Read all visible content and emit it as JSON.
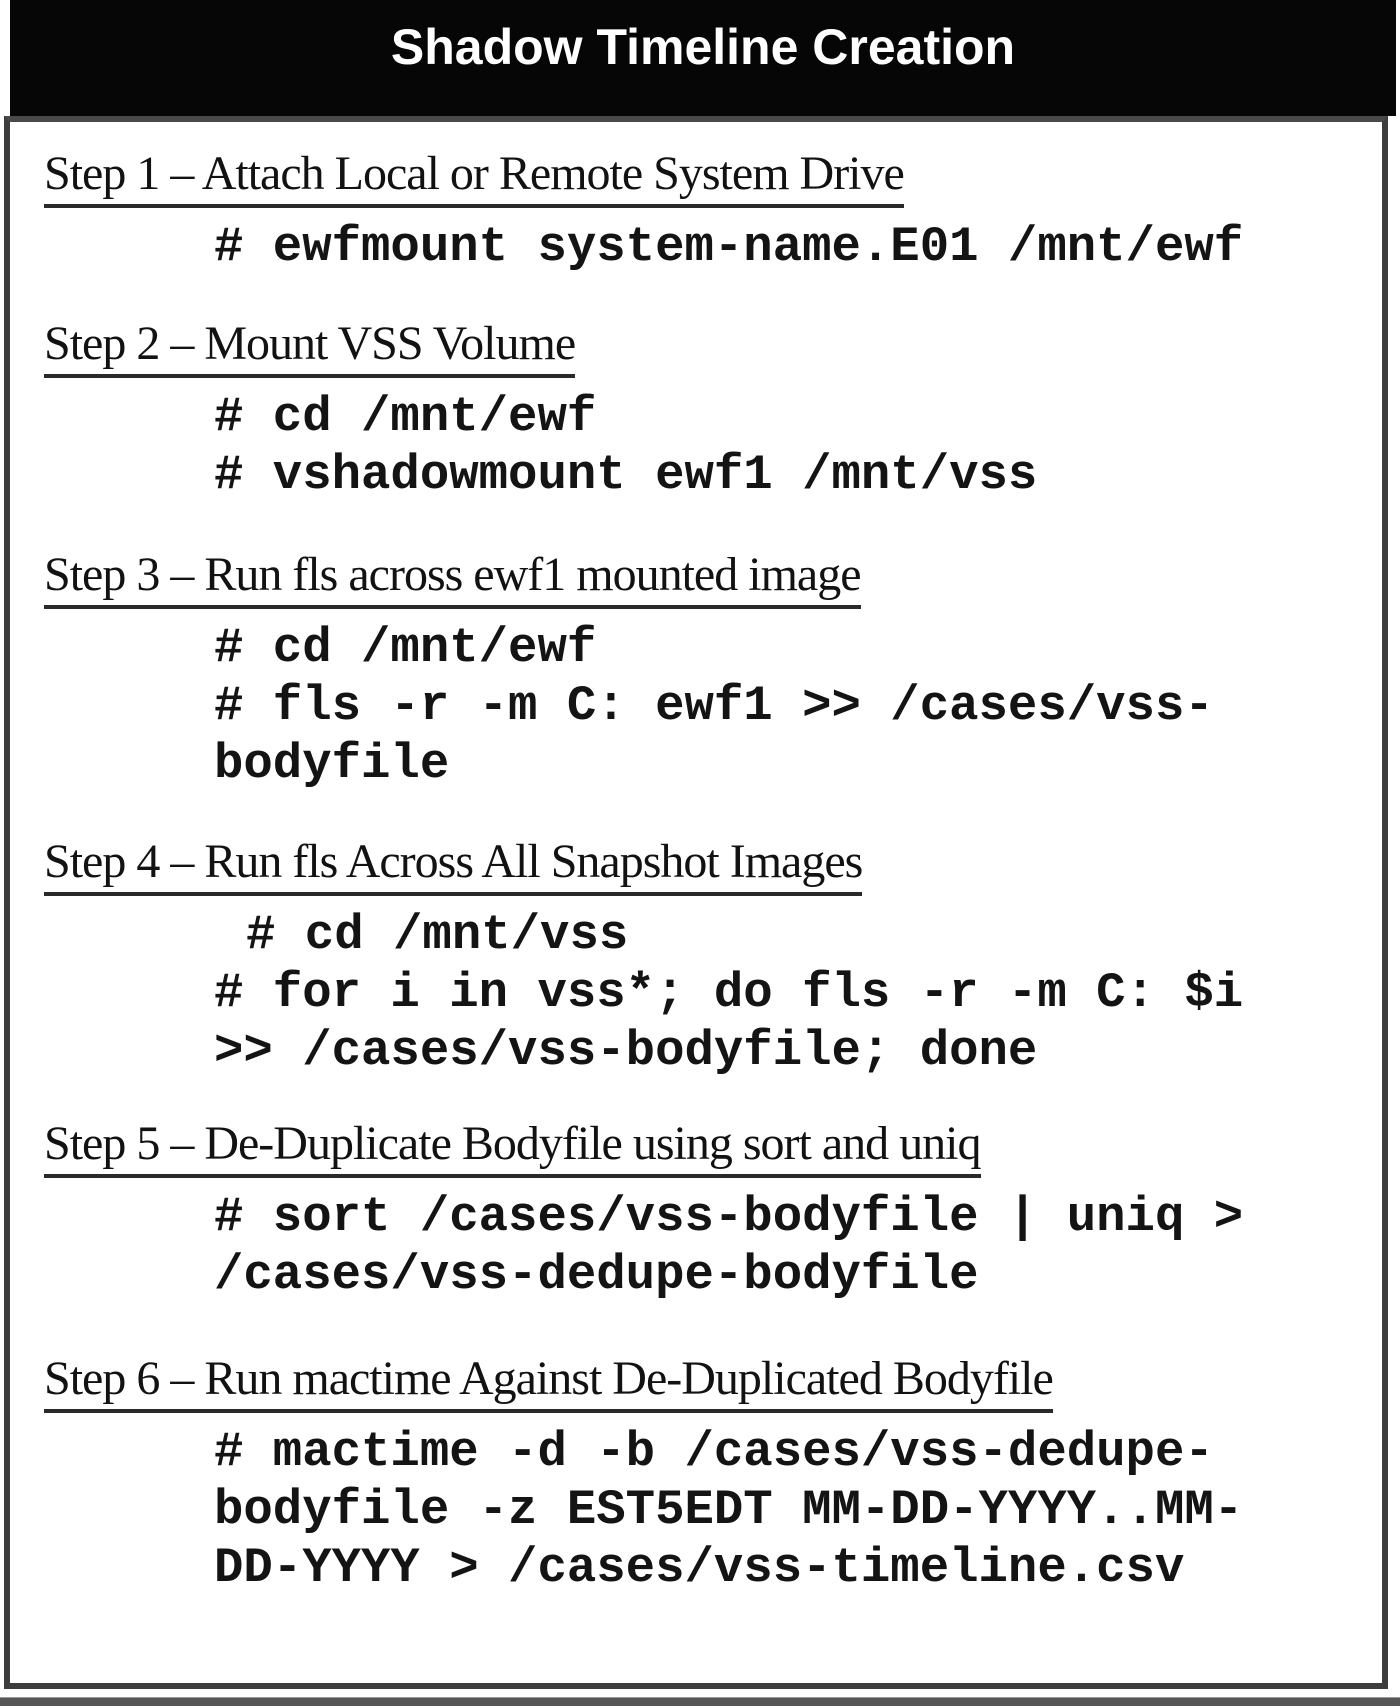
{
  "header": {
    "title": "Shadow Timeline Creation"
  },
  "colors": {
    "banner_bg": "#060606",
    "banner_text": "#ffffff",
    "box_border": "#3d3d3d",
    "body_text": "#141414"
  },
  "steps": [
    {
      "title": "Step 1 – Attach Local or Remote System Drive",
      "lines": [
        "# ewfmount system-name.E01 /mnt/ewf"
      ]
    },
    {
      "title": "Step 2 – Mount VSS Volume",
      "lines": [
        "# cd /mnt/ewf",
        "# vshadowmount ewf1 /mnt/vss"
      ]
    },
    {
      "title": "Step 3 – Run fls across ewf1 mounted image",
      "lines": [
        "# cd /mnt/ewf",
        "# fls -r -m C: ewf1 >> /cases/vss-",
        "bodyfile"
      ]
    },
    {
      "title": "Step 4 – Run fls Across All Snapshot Images",
      "lines": [
        "# cd /mnt/vss",
        "# for i in vss*; do fls -r -m C: $i",
        ">> /cases/vss-bodyfile; done"
      ]
    },
    {
      "title": "Step 5 – De-Duplicate Bodyfile using sort and uniq",
      "lines": [
        "# sort /cases/vss-bodyfile | uniq >",
        "/cases/vss-dedupe-bodyfile"
      ]
    },
    {
      "title": "Step 6 – Run mactime Against De-Duplicated Bodyfile",
      "lines": [
        "# mactime -d -b /cases/vss-dedupe-",
        "bodyfile -z EST5EDT MM-DD-YYYY..MM-",
        "DD-YYYY > /cases/vss-timeline.csv"
      ]
    }
  ]
}
